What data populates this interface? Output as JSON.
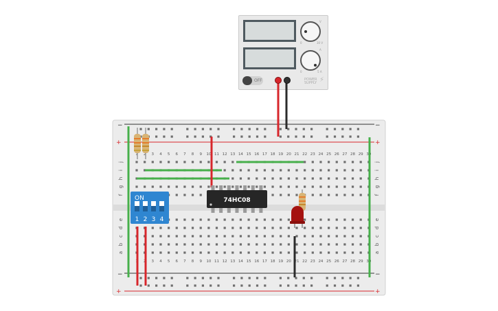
{
  "power_supply": {
    "off_label": "OFF",
    "voltage_knob_min": "0",
    "voltage_knob_max": "30 V",
    "current_knob_min": "0",
    "current_knob_max": "5 A",
    "voltage_tag": "V",
    "current_tag": "A",
    "brand": "POWER SUPPLY"
  },
  "breadboard": {
    "columns": [
      "1",
      "2",
      "3",
      "4",
      "5",
      "6",
      "7",
      "8",
      "9",
      "10",
      "11",
      "12",
      "13",
      "14",
      "15",
      "16",
      "17",
      "18",
      "19",
      "20",
      "21",
      "22",
      "23",
      "24",
      "25",
      "26",
      "27",
      "28",
      "29",
      "30"
    ],
    "rows_top": [
      "j",
      "i",
      "h",
      "g",
      "f"
    ],
    "rows_bottom": [
      "e",
      "d",
      "c",
      "b",
      "a"
    ],
    "rail_minus": "−",
    "rail_plus": "+"
  },
  "dip_switch": {
    "on_label": "ON",
    "switch_numbers": [
      "1",
      "2",
      "3",
      "4"
    ]
  },
  "ic": {
    "label": "74HC08"
  },
  "colors": {
    "wire_red": "#d7262b",
    "wire_green": "#47b04b",
    "wire_black": "#2b2b2b",
    "dip_blue": "#2f86d1",
    "led_red": "#a5120f",
    "ic_body": "#262626",
    "board": "#ececec"
  }
}
